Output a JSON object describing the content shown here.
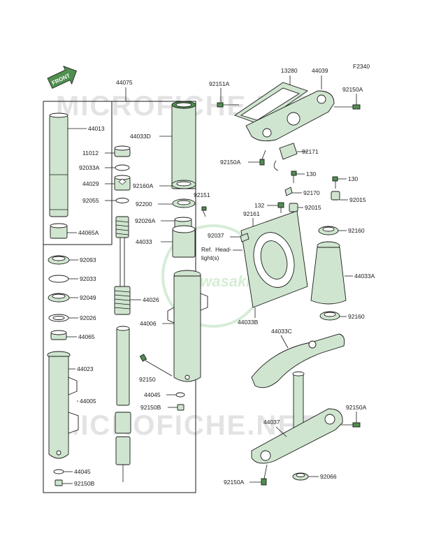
{
  "figure_code": "F2340",
  "front_badge": "FRONT",
  "watermark": {
    "text": "MICROFICHE.NET",
    "logo_text": "Kawasaki"
  },
  "labels": {
    "44075": "44075",
    "44013": "44013",
    "44033D": "44033D",
    "11012": "11012",
    "92033A": "92033A",
    "44029": "44029",
    "92160A": "92160A",
    "92055": "92055",
    "92200": "92200",
    "92026A": "92026A",
    "44065A": "44065A",
    "44033": "44033",
    "92151": "92151",
    "92093": "92093",
    "92033": "92033",
    "92049": "92049",
    "44026": "44026",
    "92026": "92026",
    "44006": "44006",
    "44065": "44065",
    "44023": "44023",
    "92150": "92150",
    "44005": "44005",
    "44045_mid": "44045",
    "92150B_mid": "92150B",
    "44045_low": "44045",
    "92150B_low": "92150B",
    "92151A": "92151A",
    "13280": "13280",
    "44039": "44039",
    "92150A_top": "92150A",
    "92171": "92171",
    "92150A_left": "92150A",
    "130_a": "130",
    "130_b": "130",
    "92170": "92170",
    "132": "132",
    "92015_a": "92015",
    "92015_b": "92015",
    "92161": "92161",
    "92160_a": "92160",
    "92037": "92037",
    "ref_headlight": "Ref. Head-\nlight(s)",
    "44033A": "44033A",
    "44033B": "44033B",
    "92160_b": "92160",
    "44033C": "44033C",
    "92150A_right": "92150A",
    "44037": "44037",
    "92066": "92066",
    "92150A_bottom": "92150A"
  }
}
